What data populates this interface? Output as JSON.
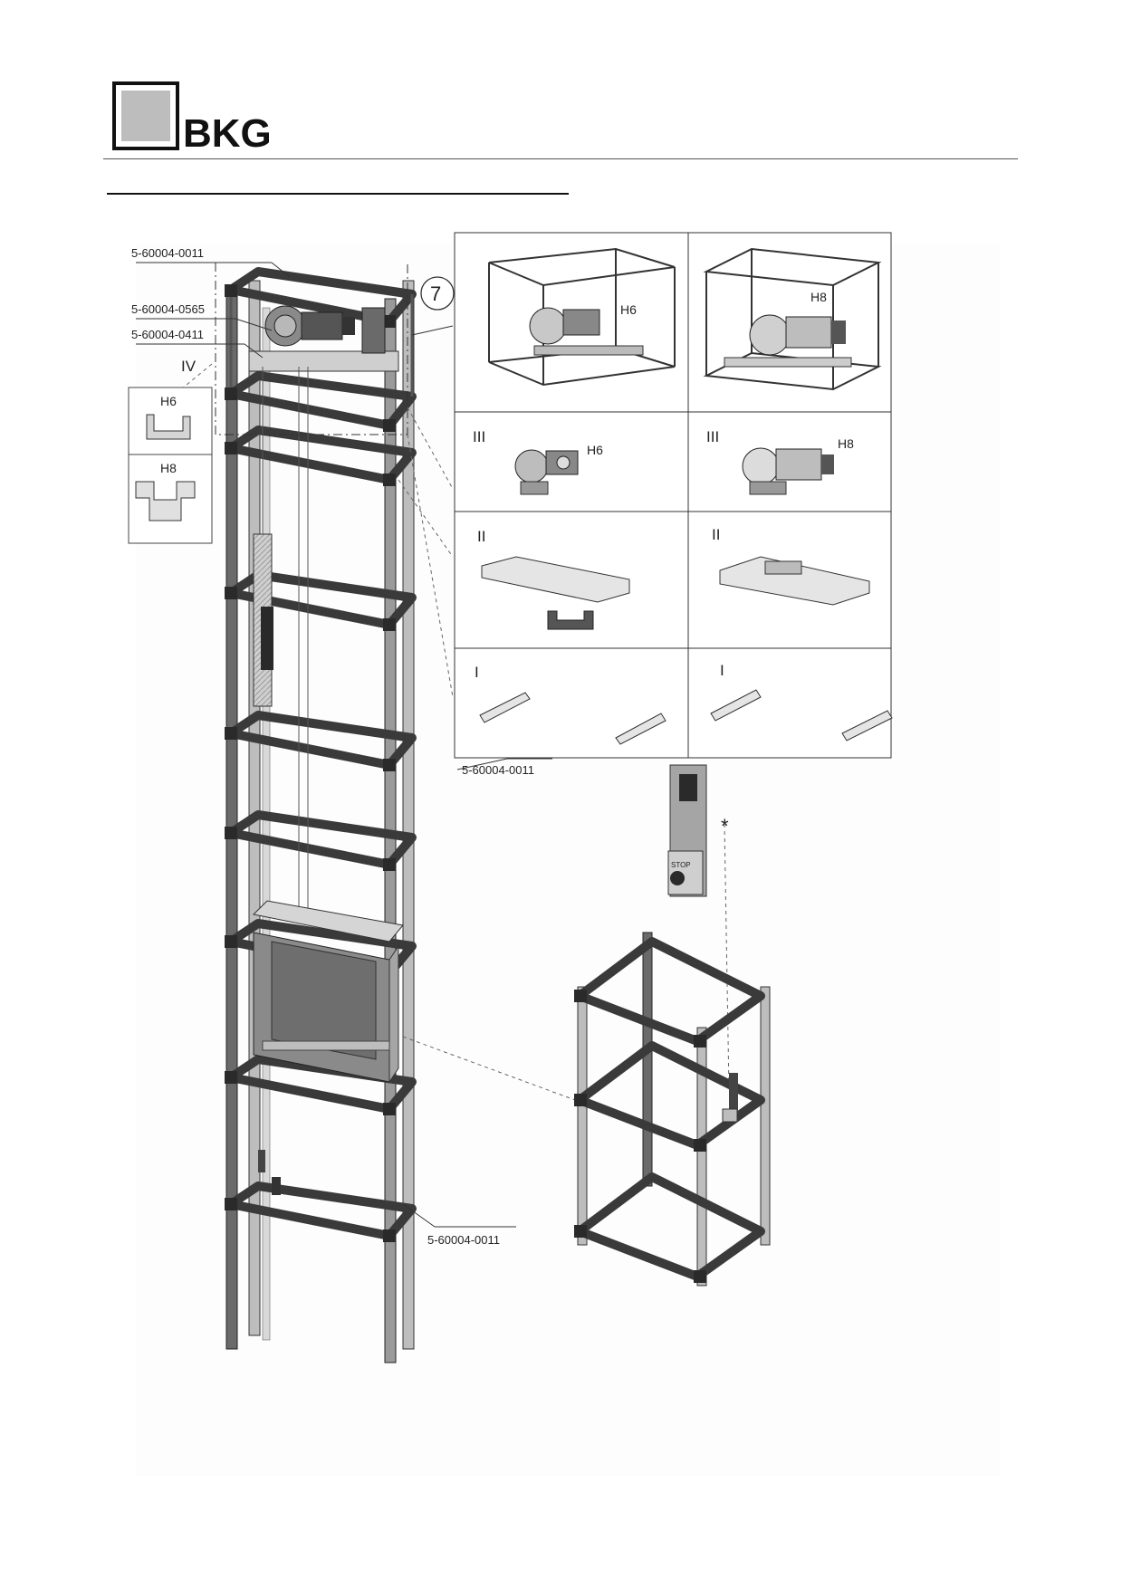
{
  "header": {
    "logo_text": "BKG"
  },
  "drawing": {
    "callouts": [
      {
        "id": "top_ref",
        "text": "5-60004-0011"
      },
      {
        "id": "motor_ref",
        "text": "5-60004-0565"
      },
      {
        "id": "bracket_ref",
        "text": "5-60004-0411"
      },
      {
        "id": "mid_ref",
        "text": "5-60004-0011"
      },
      {
        "id": "bottom_ref",
        "text": "5-60004-0011"
      }
    ],
    "step_number": "7",
    "level_iv": "IV",
    "inset_left": {
      "top_label": "H6",
      "bottom_label": "H8"
    },
    "detail_grid": {
      "top_left_label": "H6",
      "top_right_label": "H8",
      "row_iii": {
        "roman": "III",
        "left_label": "H6",
        "right_label": "H8"
      },
      "row_ii": {
        "roman": "II"
      },
      "row_i": {
        "roman": "I"
      }
    },
    "stop_box_label": "STOP",
    "asterisk": "*"
  },
  "colors": {
    "frame_dark": "#3a3a3a",
    "frame_light": "#bdbdbd",
    "line": "#444444"
  }
}
